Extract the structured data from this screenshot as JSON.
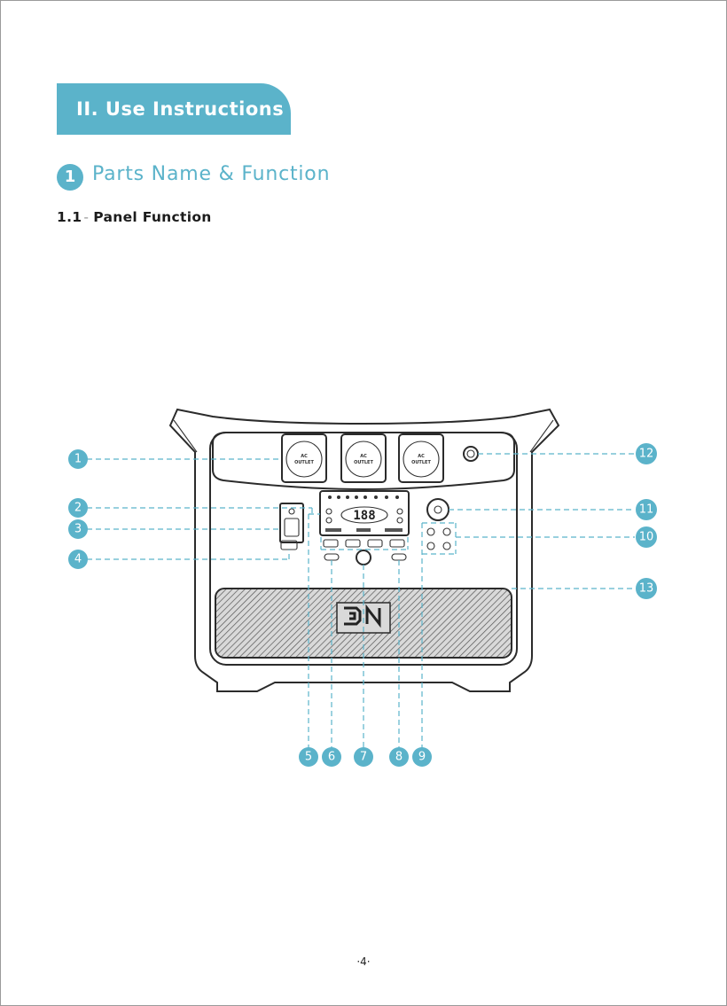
{
  "section_banner": "II. Use Instructions",
  "parts_heading": {
    "number": "1",
    "title": "Parts Name & Function"
  },
  "subsection": {
    "number": "1.1",
    "title": "Panel Function"
  },
  "outlet_label": {
    "line1": "AC",
    "line2": "OUTLET"
  },
  "display_reading": "188",
  "logo_mark": "DN",
  "callouts": [
    "1",
    "2",
    "3",
    "4",
    "5",
    "6",
    "7",
    "8",
    "9",
    "10",
    "11",
    "12",
    "13"
  ],
  "page_number": "·4·",
  "colors": {
    "accent": "#5bb3ca",
    "outline": "#2b2b2b"
  }
}
